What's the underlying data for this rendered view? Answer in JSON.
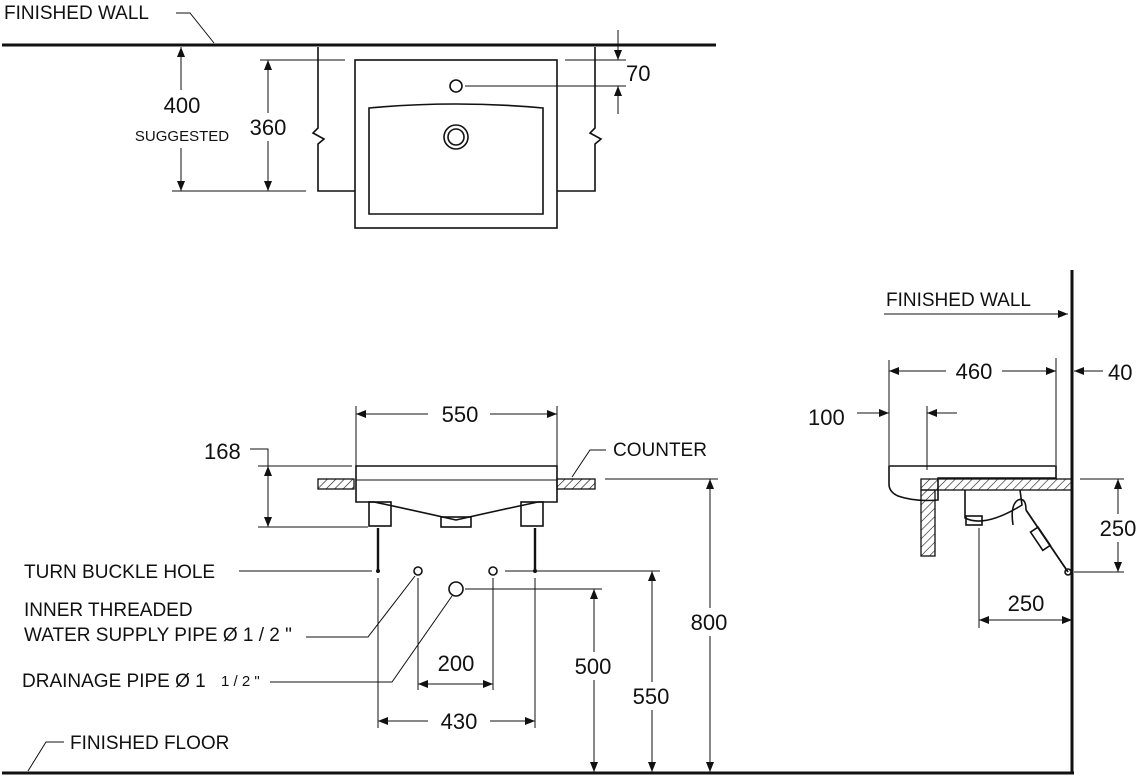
{
  "labels": {
    "finished_wall_top": "FINISHED WALL",
    "finished_wall_side": "FINISHED WALL",
    "suggested": "SUGGESTED",
    "counter": "COUNTER",
    "turn_buckle_hole": "TURN BUCKLE HOLE",
    "inner_threaded_1": "INNER THREADED",
    "inner_threaded_2": "WATER SUPPLY PIPE Ø 1 / 2 \"",
    "drainage_main": "DRAINAGE PIPE Ø 1",
    "drainage_frac": "1 / 2 \"",
    "finished_floor": "FINISHED FLOOR"
  },
  "dimensions": {
    "d400": "400",
    "d360": "360",
    "d70": "70",
    "d550_width": "550",
    "d168": "168",
    "d800": "800",
    "d200": "200",
    "d500": "500",
    "d550_height": "550",
    "d430": "430",
    "d460": "460",
    "d40": "40",
    "d100": "100",
    "d250_v": "250",
    "d250_h": "250"
  }
}
